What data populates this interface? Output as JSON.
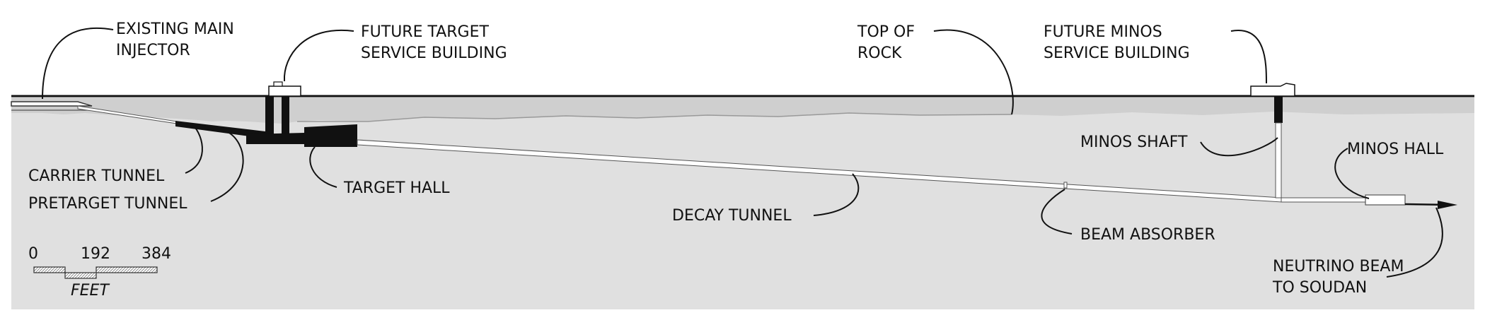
{
  "colors": {
    "background": "#ffffff",
    "ground": "#e0e0e0",
    "rock_band": "#cfcfcf",
    "structure": "#111111",
    "tunnel": "#ffffff",
    "text": "#111111"
  },
  "labels": {
    "existing_main_injector": [
      "EXISTING MAIN",
      "INJECTOR"
    ],
    "future_target_service_building": [
      "FUTURE TARGET",
      "SERVICE BUILDING"
    ],
    "top_of_rock": [
      "TOP OF",
      "ROCK"
    ],
    "future_minos_service_building": [
      "FUTURE MINOS",
      "SERVICE BUILDING"
    ],
    "minos_shaft": "MINOS SHAFT",
    "minos_hall": "MINOS HALL",
    "carrier_tunnel": "CARRIER TUNNEL",
    "pretarget_tunnel": "PRETARGET TUNNEL",
    "target_hall": "TARGET HALL",
    "decay_tunnel": "DECAY TUNNEL",
    "beam_absorber": "BEAM ABSORBER",
    "neutrino_beam_to_soudan": [
      "NEUTRINO BEAM",
      "TO SOUDAN"
    ]
  },
  "scale_bar": {
    "ticks": [
      "0",
      "192",
      "384"
    ],
    "unit": "FEET"
  }
}
